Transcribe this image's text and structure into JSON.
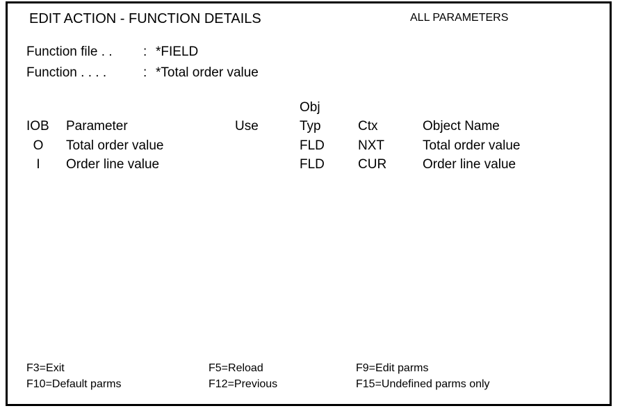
{
  "window": {
    "title": "EDIT ACTION - FUNCTION DETAILS",
    "mode_label": "ALL PARAMETERS"
  },
  "header_fields": {
    "function_file": {
      "label": "Function file . .",
      "colon": ":",
      "value": "*FIELD"
    },
    "function": {
      "label": "Function . . . .",
      "colon": ":",
      "value": "*Total order value"
    }
  },
  "table": {
    "obj_group_header": "Obj",
    "columns": {
      "iob": "IOB",
      "parameter": "Parameter",
      "use": "Use",
      "typ": "Typ",
      "ctx": "Ctx",
      "object_name": "Object Name"
    },
    "rows": [
      {
        "iob": "O",
        "parameter": "Total order value",
        "use": "",
        "typ": "FLD",
        "ctx": "NXT",
        "object_name": "Total order value"
      },
      {
        "iob": "I",
        "parameter": "Order line value",
        "use": "",
        "typ": "FLD",
        "ctx": "CUR",
        "object_name": "Order line value"
      }
    ]
  },
  "function_keys": [
    {
      "label": "F3=Exit"
    },
    {
      "label": "F5=Reload"
    },
    {
      "label": "F9=Edit parms"
    },
    {
      "label": "F10=Default parms"
    },
    {
      "label": "F12=Previous"
    },
    {
      "label": "F15=Undefined parms only"
    }
  ],
  "colors": {
    "background": "#ffffff",
    "text": "#000000",
    "border": "#000000"
  }
}
